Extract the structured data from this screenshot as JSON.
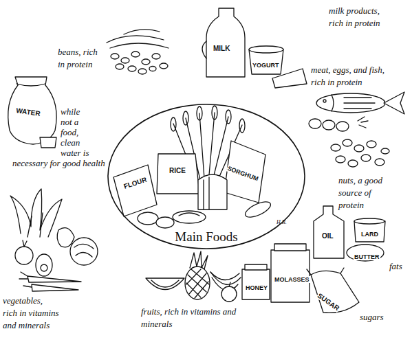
{
  "diagram": {
    "nodes": [
      {
        "text": [
          "Main Foods"
        ]
      }
    ],
    "labels": [
      "beans, rich in protein",
      "milk products, rich in protein",
      "MILK",
      "YOGURT",
      "while not a food, clean water is necessary for good health",
      "WATER",
      "meat, eggs, and fish, rich in protein",
      "FLOUR",
      "RICE",
      "SORGHUM",
      "nuts, a good source of protein",
      "H.B.",
      "OIL",
      "LARD",
      "BUTTER",
      "fats",
      "HONEY",
      "MOLASSES",
      "SUGAR",
      "vegetables, rich in vitamins and minerals",
      "fruits, rich in vitamins and minerals",
      "sugars"
    ]
  }
}
